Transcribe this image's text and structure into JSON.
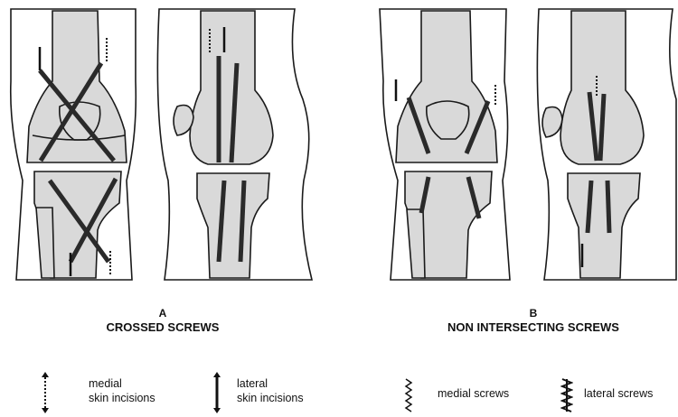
{
  "panels": [
    {
      "letter": "A",
      "title": "CROSSED SCREWS"
    },
    {
      "letter": "B",
      "title": "NON INTERSECTING SCREWS"
    }
  ],
  "legend": {
    "medial_incisions": [
      "medial",
      "skin incisions"
    ],
    "lateral_incisions": [
      "lateral",
      "skin incisions"
    ],
    "medial_screws": "medial screws",
    "lateral_screws": "lateral screws"
  },
  "colors": {
    "bone_fill": "#d9d9d9",
    "outline": "#1a1a1a",
    "screw": "#2a2a2a"
  }
}
